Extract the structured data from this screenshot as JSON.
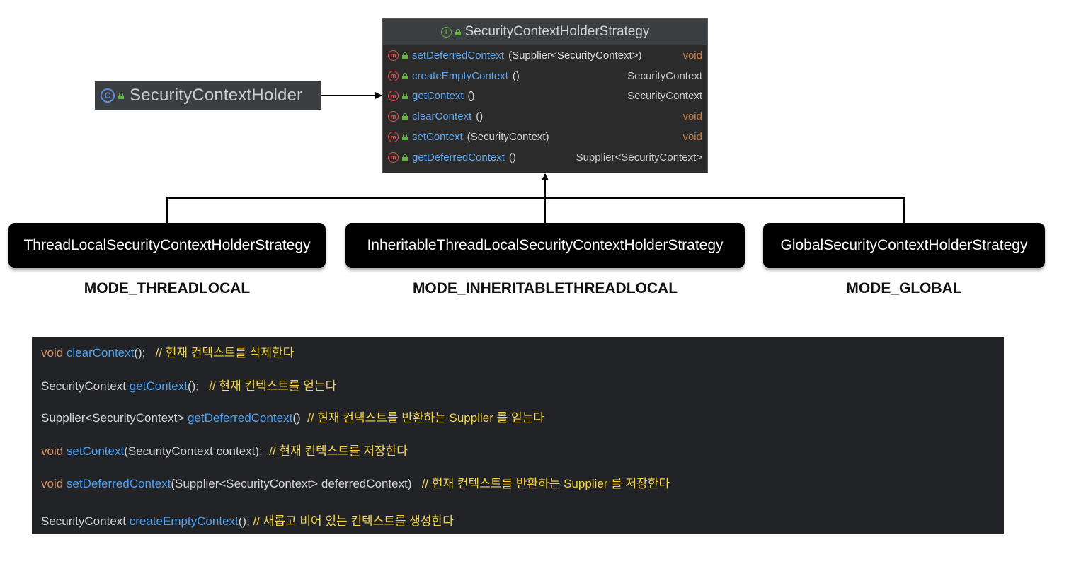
{
  "holder": {
    "title": "SecurityContextHolder",
    "icon": "class-icon"
  },
  "interface": {
    "title": "SecurityContextHolderStrategy",
    "icon": "interface-icon",
    "methods": [
      {
        "name": "setDeferredContext",
        "params": "(Supplier<SecurityContext>)",
        "returns": "void"
      },
      {
        "name": "createEmptyContext",
        "params": "()",
        "returns": "SecurityContext"
      },
      {
        "name": "getContext",
        "params": "()",
        "returns": "SecurityContext"
      },
      {
        "name": "clearContext",
        "params": "()",
        "returns": "void"
      },
      {
        "name": "setContext",
        "params": "(SecurityContext)",
        "returns": "void"
      },
      {
        "name": "getDeferredContext",
        "params": "()",
        "returns": "Supplier<SecurityContext>"
      }
    ]
  },
  "strategies": [
    {
      "name": "ThreadLocalSecurityContextHolderStrategy",
      "mode": "MODE_THREADLOCAL"
    },
    {
      "name": "InheritableThreadLocalSecurityContextHolderStrategy",
      "mode": "MODE_INHERITABLETHREADLOCAL"
    },
    {
      "name": "GlobalSecurityContextHolderStrategy",
      "mode": "MODE_GLOBAL"
    }
  ],
  "code": [
    {
      "ret": "void",
      "fn": "clearContext",
      "args": "();",
      "comment": "// 현재 컨텍스트를 삭제한다"
    },
    {
      "ret": "SecurityContext",
      "fn": "getContext",
      "args": "();",
      "comment": "// 현재 컨텍스트를 얻는다"
    },
    {
      "ret": "Supplier<SecurityContext>",
      "fn": "getDeferredContext",
      "args": "()",
      "comment": "// 현재 컨텍스트를 반환하는 Supplier 를 얻는다"
    },
    {
      "ret": "void",
      "fn": "setContext",
      "args": "(SecurityContext context);",
      "comment": "// 현재 컨텍스트를 저장한다"
    },
    {
      "ret": "void",
      "fn": "setDeferredContext",
      "args": "(Supplier<SecurityContext> deferredContext)",
      "comment": "// 현재 컨텍스트를 반환하는 Supplier 를 저장한다"
    },
    {
      "ret": "SecurityContext",
      "fn": "createEmptyContext",
      "args": "();",
      "comment": "// 새롭고 비어 있는 컨텍스트를 생성한다"
    }
  ],
  "colors": {
    "keyword": "#e0925a",
    "method": "#4ea1f0",
    "comment": "#f5d542",
    "code_bg": "#222326",
    "uml_bg": "#2b2b2b"
  }
}
